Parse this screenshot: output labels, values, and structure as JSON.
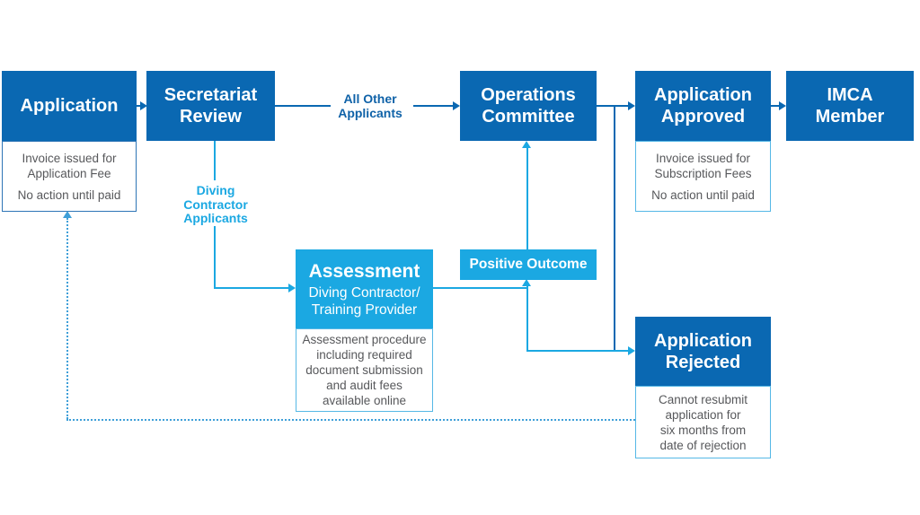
{
  "colors": {
    "dark_blue": "#0A68B2",
    "light_blue": "#1BA8E2",
    "label_dark_blue": "#0F62A8",
    "note_text": "#57585B",
    "note_border_dark": "#2E75B6",
    "note_border_light": "#55B8E6",
    "dotted_blue": "#3F9FD8",
    "background": "#FFFFFF"
  },
  "nodes": {
    "application": {
      "title": "Application"
    },
    "secretariat_review": {
      "title": "Secretariat\nReview"
    },
    "operations_committee": {
      "title": "Operations\nCommittee"
    },
    "application_approved": {
      "title": "Application\nApproved"
    },
    "imca_member": {
      "title": "IMCA\nMember"
    },
    "assessment": {
      "title": "Assessment",
      "subtitle": "Diving Contractor/\nTraining Provider"
    },
    "positive_outcome": {
      "title": "Positive Outcome"
    },
    "application_rejected": {
      "title": "Application\nRejected"
    }
  },
  "notes": {
    "application_fee": {
      "line1": "Invoice issued for\nApplication Fee",
      "line2": "No action until paid"
    },
    "subscription_fees": {
      "line1": "Invoice issued for\nSubscription Fees",
      "line2": "No action until paid"
    },
    "assessment_procedure": {
      "text": "Assessment procedure\nincluding required\ndocument submission\nand audit fees\navailable online"
    },
    "rejection": {
      "text": "Cannot resubmit\napplication for\nsix months from\ndate of rejection"
    }
  },
  "labels": {
    "all_other_applicants": "All Other\nApplicants",
    "diving_contractor_applicants": "Diving\nContractor\nApplicants"
  }
}
